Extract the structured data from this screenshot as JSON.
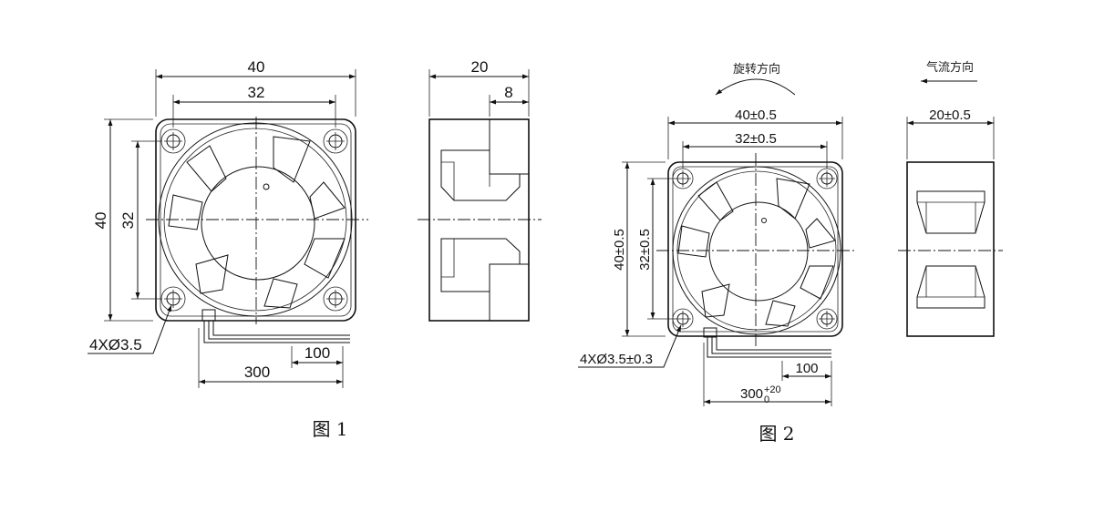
{
  "figure1": {
    "caption": "图 1",
    "front": {
      "width": "40",
      "hole_spacing": "32",
      "height": "40",
      "hole_spacing_v": "32",
      "holes": "4XØ3.5",
      "lead_strip": "100",
      "lead_length": "300"
    },
    "side": {
      "depth": "20",
      "hub_depth": "8"
    }
  },
  "figure2": {
    "caption": "图 2",
    "rotation_label": "旋转方向",
    "airflow_label": "气流方向",
    "front": {
      "width": "40±0.5",
      "hole_spacing": "32±0.5",
      "height": "40±0.5",
      "hole_spacing_v": "32±0.5",
      "holes": "4XØ3.5±0.3",
      "lead_strip": "100",
      "lead_length_base": "300",
      "lead_tol_upper": "+20",
      "lead_tol_lower": "0"
    },
    "side": {
      "depth": "20±0.5"
    }
  }
}
